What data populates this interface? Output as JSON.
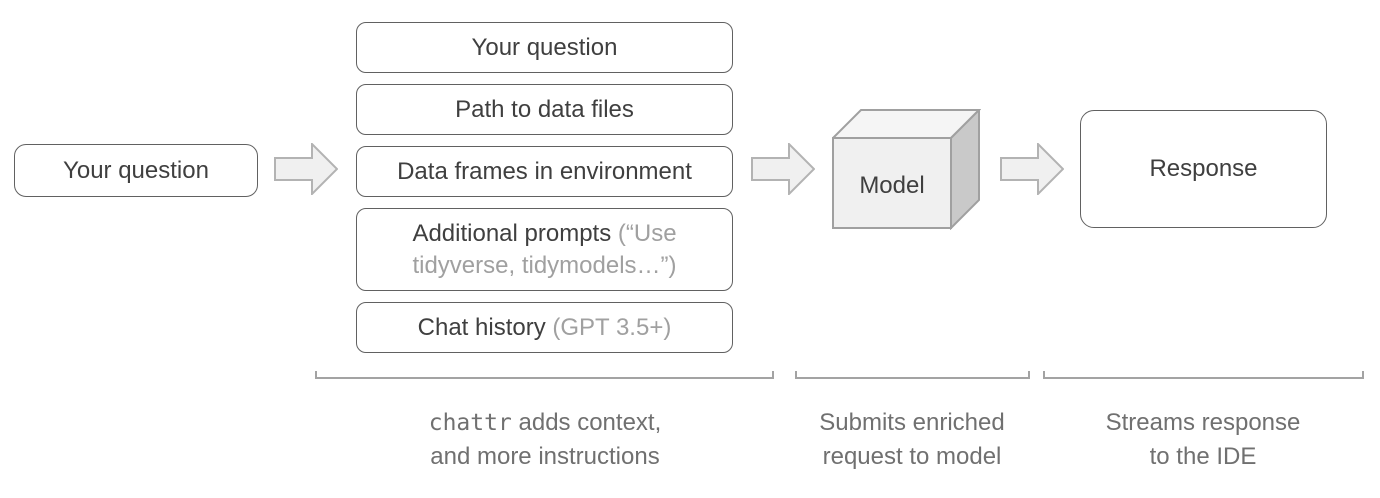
{
  "diagram": {
    "input_box": {
      "label": "Your question"
    },
    "context_stack": {
      "items": [
        {
          "label": "Your question",
          "note": ""
        },
        {
          "label": "Path to data files",
          "note": ""
        },
        {
          "label": "Data frames in environment",
          "note": ""
        },
        {
          "label": "Additional prompts",
          "note": " (“Use tidyverse, tidymodels…”)"
        },
        {
          "label": "Chat history",
          "note": " (GPT 3.5+)"
        }
      ]
    },
    "model_box": {
      "label": "Model"
    },
    "response_box": {
      "label": "Response"
    },
    "captions": [
      {
        "code": "chattr",
        "line1": " adds context,",
        "line2": "and more instructions"
      },
      {
        "code": "",
        "line1": "Submits enriched",
        "line2": "request to model"
      },
      {
        "code": "",
        "line1": "Streams response",
        "line2": "to the IDE"
      }
    ],
    "colors": {
      "box_border": "#616161",
      "text_dark": "#3f3f3f",
      "text_note_gray": "#a0a0a0",
      "caption_gray": "#707070",
      "arrow_fill": "#f0f0f0",
      "arrow_border": "#b3b3b3",
      "cube_front": "#f0f0f0",
      "cube_top": "#f5f5f5",
      "cube_right": "#c9c9c9",
      "cube_border": "#a0a0a0",
      "bracket_gray": "#a3a3a3",
      "background": "#ffffff"
    }
  }
}
